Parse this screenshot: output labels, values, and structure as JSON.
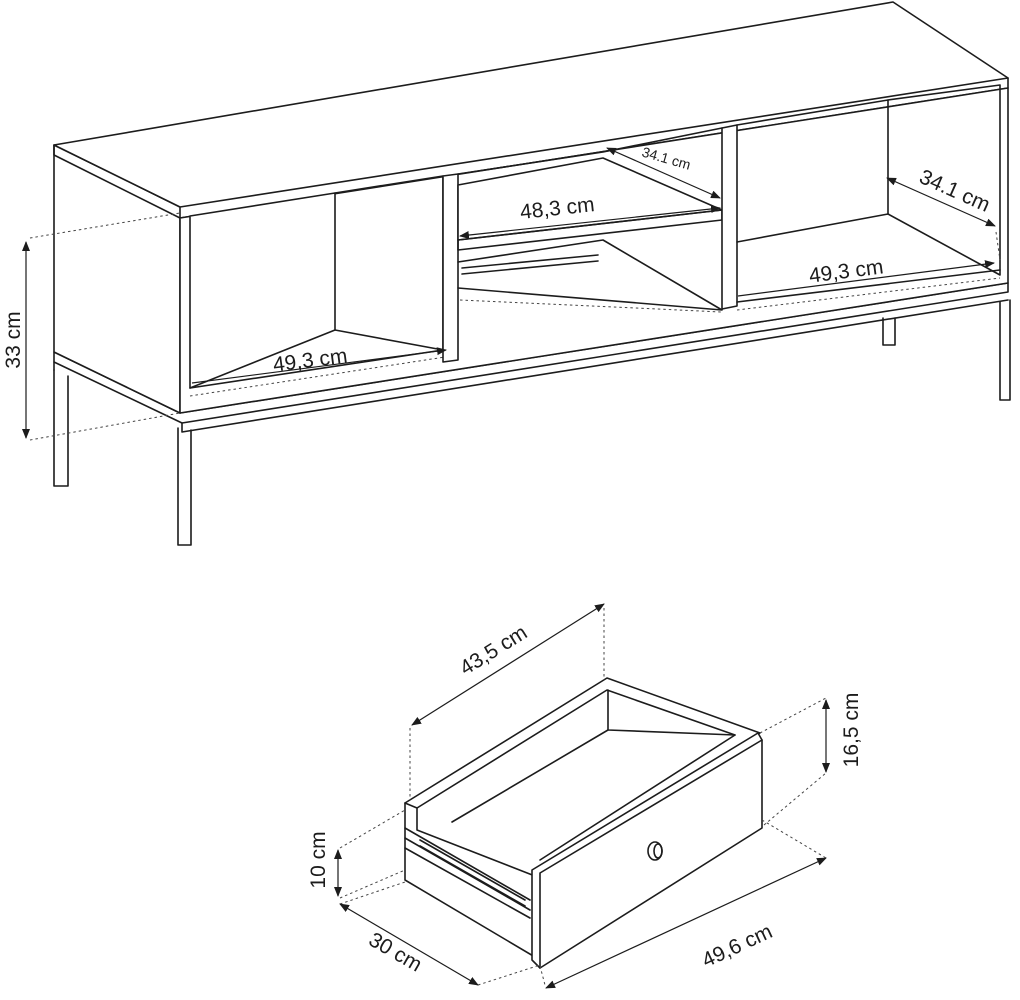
{
  "cabinet": {
    "height_label": "33 cm",
    "left_width_label": "49,3 cm",
    "middle_width_label": "48,3 cm",
    "middle_depth_label": "34.1 cm",
    "right_width_label": "49,3 cm",
    "right_depth_label": "34.1 cm"
  },
  "drawer": {
    "depth_label": "43,5 cm",
    "height_label": "16,5 cm",
    "inner_height_label": "10 cm",
    "inner_width_label": "30 cm",
    "front_width_label": "49,6 cm"
  }
}
